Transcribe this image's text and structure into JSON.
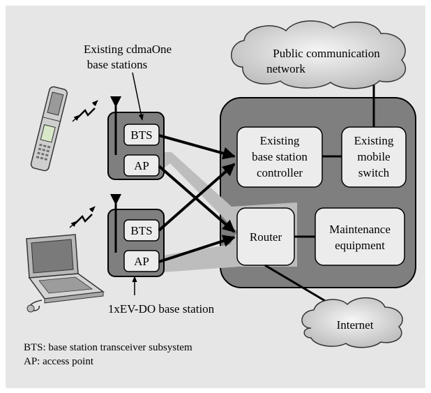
{
  "labels": {
    "cdmaone_caption_line1": "Existing cdmaOne",
    "cdmaone_caption_line2": "base stations",
    "public_network_line1": "Public communication",
    "public_network_line2": "network",
    "bsc_line1": "Existing",
    "bsc_line2": "base station",
    "bsc_line3": "controller",
    "switch_line1": "Existing",
    "switch_line2": "mobile",
    "switch_line3": "switch",
    "bts_top": "BTS",
    "ap_top": "AP",
    "bts_bottom": "BTS",
    "ap_bottom": "AP",
    "router": "Router",
    "maintenance_line1": "Maintenance",
    "maintenance_line2": "equipment",
    "evdo_caption": "1xEV-DO base station",
    "internet": "Internet"
  },
  "legend": {
    "bts_definition": "BTS: base station transceiver subsystem",
    "ap_definition": "AP: access point"
  },
  "colors": {
    "background": "#e6e6e6",
    "dark_region": "#7f7f7f",
    "box_fill": "#ececec",
    "highlight_path": "#bdbdbd",
    "cloud_fill": "#dcdcdc"
  }
}
